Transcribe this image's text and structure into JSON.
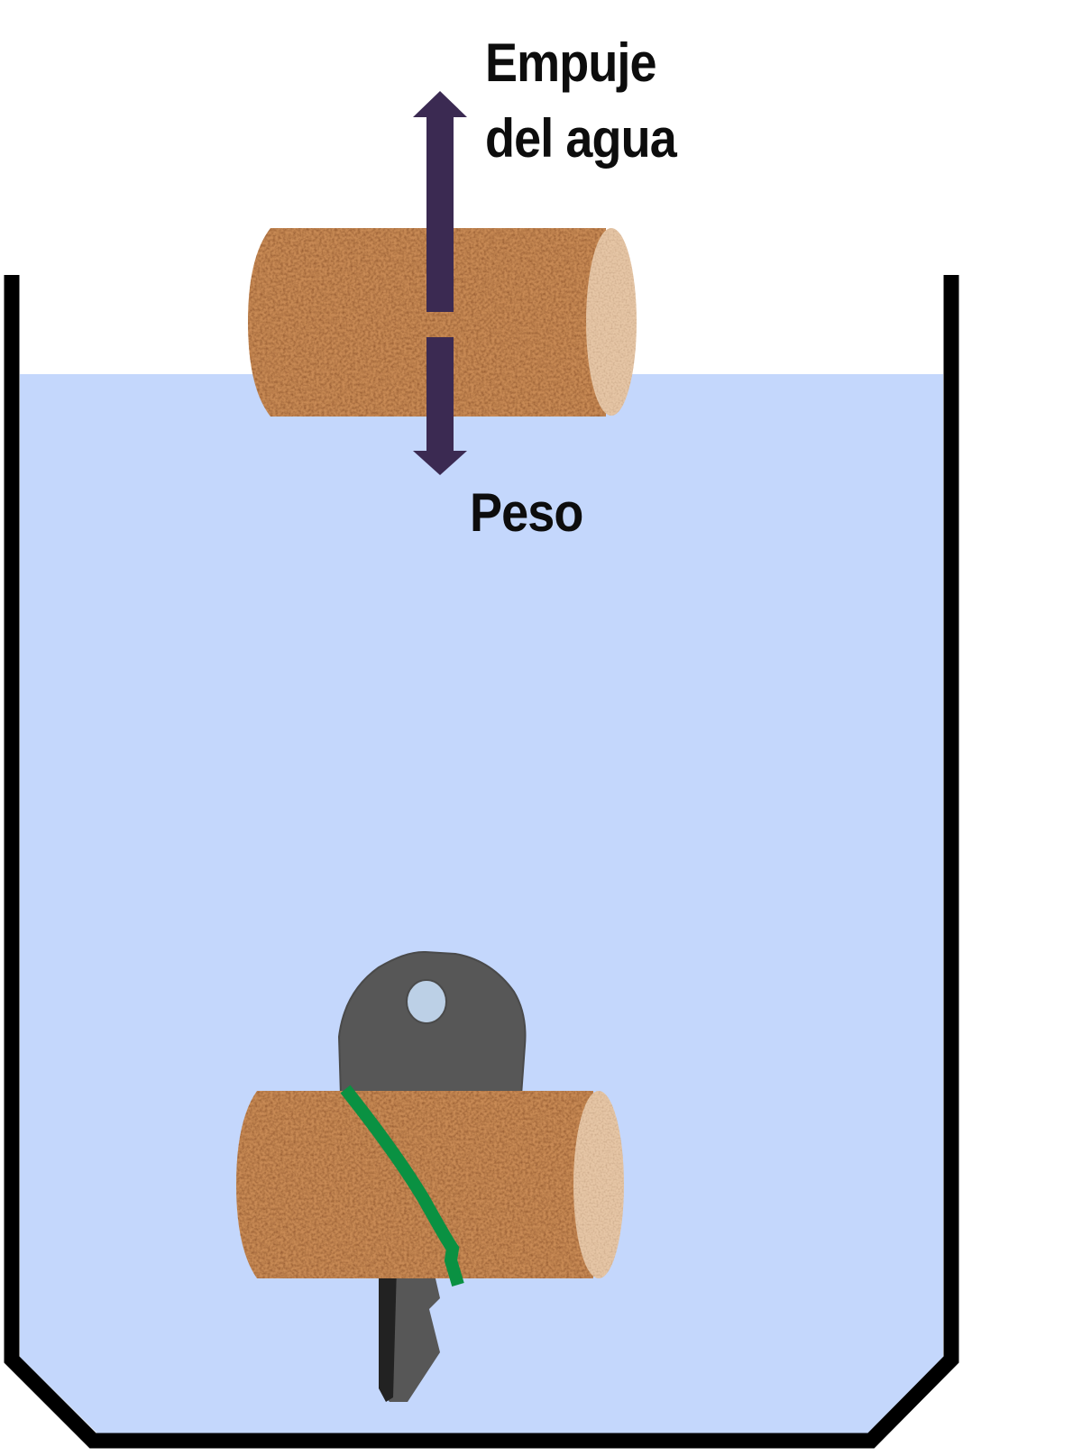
{
  "diagram": {
    "title": "Cork floating vs. cork tied to a key in water",
    "labels": {
      "buoyancy_line1": "Empuje",
      "buoyancy_line2": "del agua",
      "weight": "Peso"
    },
    "elements": [
      {
        "name": "container",
        "description": "Glass with black walls and beveled bottom"
      },
      {
        "name": "water",
        "description": "Light blue water filling container"
      },
      {
        "name": "floating-cork",
        "description": "Cork floating at water surface"
      },
      {
        "name": "buoyancy-arrow",
        "description": "Upward arrow (Empuje del agua)"
      },
      {
        "name": "weight-arrow",
        "description": "Downward arrow (Peso)"
      },
      {
        "name": "sunken-cork",
        "description": "Cork tied to key, sunk at bottom"
      },
      {
        "name": "key",
        "description": "Dark gray key attached to cork"
      },
      {
        "name": "green-band",
        "description": "Green band tying key to cork"
      }
    ],
    "colors": {
      "water": "#c4d7fc",
      "wall": "#000000",
      "arrow": "#3b2a52",
      "cork": "#c88a55",
      "cork_dark": "#9a5e33",
      "cork_end": "#e6c6a6",
      "key": "#575757",
      "key_dark": "#222222",
      "key_hole": "#bcd0e6",
      "band": "#0a9142",
      "text": "#0d0d0d"
    }
  }
}
